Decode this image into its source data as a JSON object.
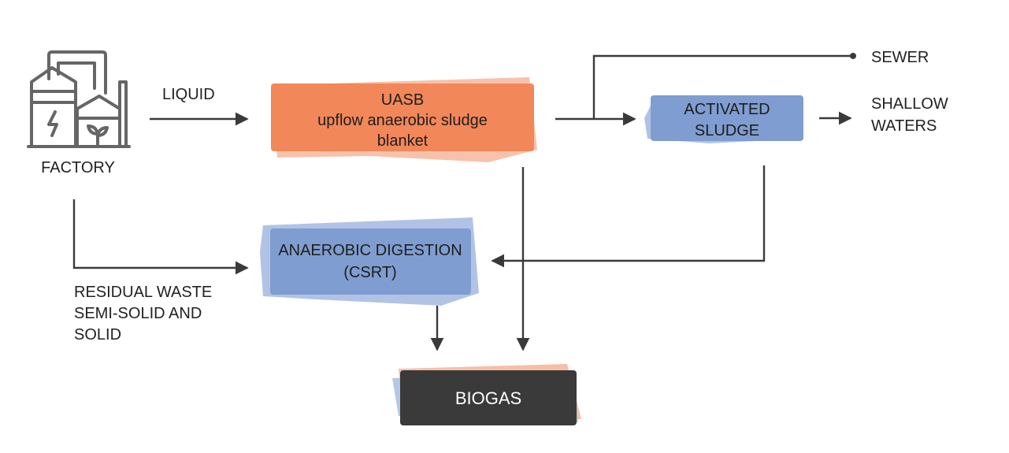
{
  "colors": {
    "orange": "#f2875a",
    "orange_light": "#f6b79c",
    "blue": "#7f9dd0",
    "blue_light": "#a9bde2",
    "dark": "#3a3a3a",
    "line": "#3a3a3a"
  },
  "factory": {
    "icon": "factory-icon",
    "label": "FACTORY"
  },
  "flows": {
    "liquid": "LIQUID",
    "residual_line1": "RESIDUAL WASTE",
    "residual_line2": "SEMI-SOLID AND",
    "residual_line3": "SOLID"
  },
  "outputs": {
    "sewer": "SEWER",
    "shallow_line1": "SHALLOW",
    "shallow_line2": "WATERS"
  },
  "nodes": {
    "uasb": {
      "line1": "UASB",
      "line2": "upflow anaerobic sludge",
      "line3": "blanket"
    },
    "activated_sludge": {
      "line1": "ACTIVATED",
      "line2": "SLUDGE"
    },
    "anaerobic_digestion": {
      "line1": "ANAEROBIC DIGESTION",
      "line2": "(CSRT)"
    },
    "biogas": {
      "label": "BIOGAS"
    }
  }
}
